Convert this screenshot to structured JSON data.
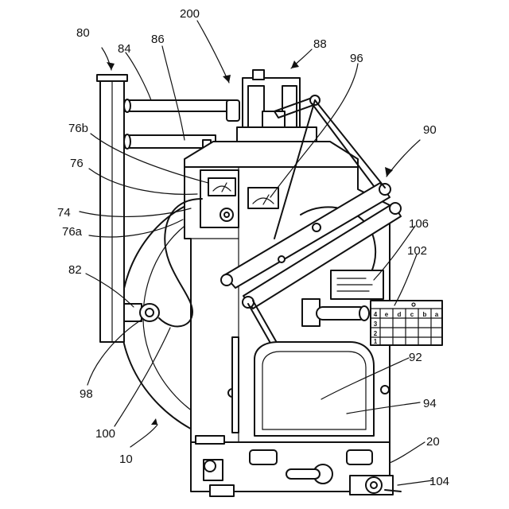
{
  "callouts": [
    {
      "id": "c80",
      "text": "80"
    },
    {
      "id": "c84",
      "text": "84"
    },
    {
      "id": "c86",
      "text": "86"
    },
    {
      "id": "c200",
      "text": "200"
    },
    {
      "id": "c88",
      "text": "88"
    },
    {
      "id": "c96",
      "text": "96"
    },
    {
      "id": "c90",
      "text": "90"
    },
    {
      "id": "c76b",
      "text": "76b"
    },
    {
      "id": "c76",
      "text": "76"
    },
    {
      "id": "c74",
      "text": "74"
    },
    {
      "id": "c76a",
      "text": "76a"
    },
    {
      "id": "c82",
      "text": "82"
    },
    {
      "id": "c98",
      "text": "98"
    },
    {
      "id": "c100",
      "text": "100"
    },
    {
      "id": "c10",
      "text": "10"
    },
    {
      "id": "c106",
      "text": "106"
    },
    {
      "id": "c102",
      "text": "102"
    },
    {
      "id": "c92",
      "text": "92"
    },
    {
      "id": "c94",
      "text": "94"
    },
    {
      "id": "c20",
      "text": "20"
    },
    {
      "id": "c104",
      "text": "104"
    }
  ],
  "chart_table": {
    "columns": [
      "4",
      "e",
      "d",
      "c",
      "b",
      "a"
    ],
    "rows": [
      "3",
      "2",
      "1"
    ]
  }
}
